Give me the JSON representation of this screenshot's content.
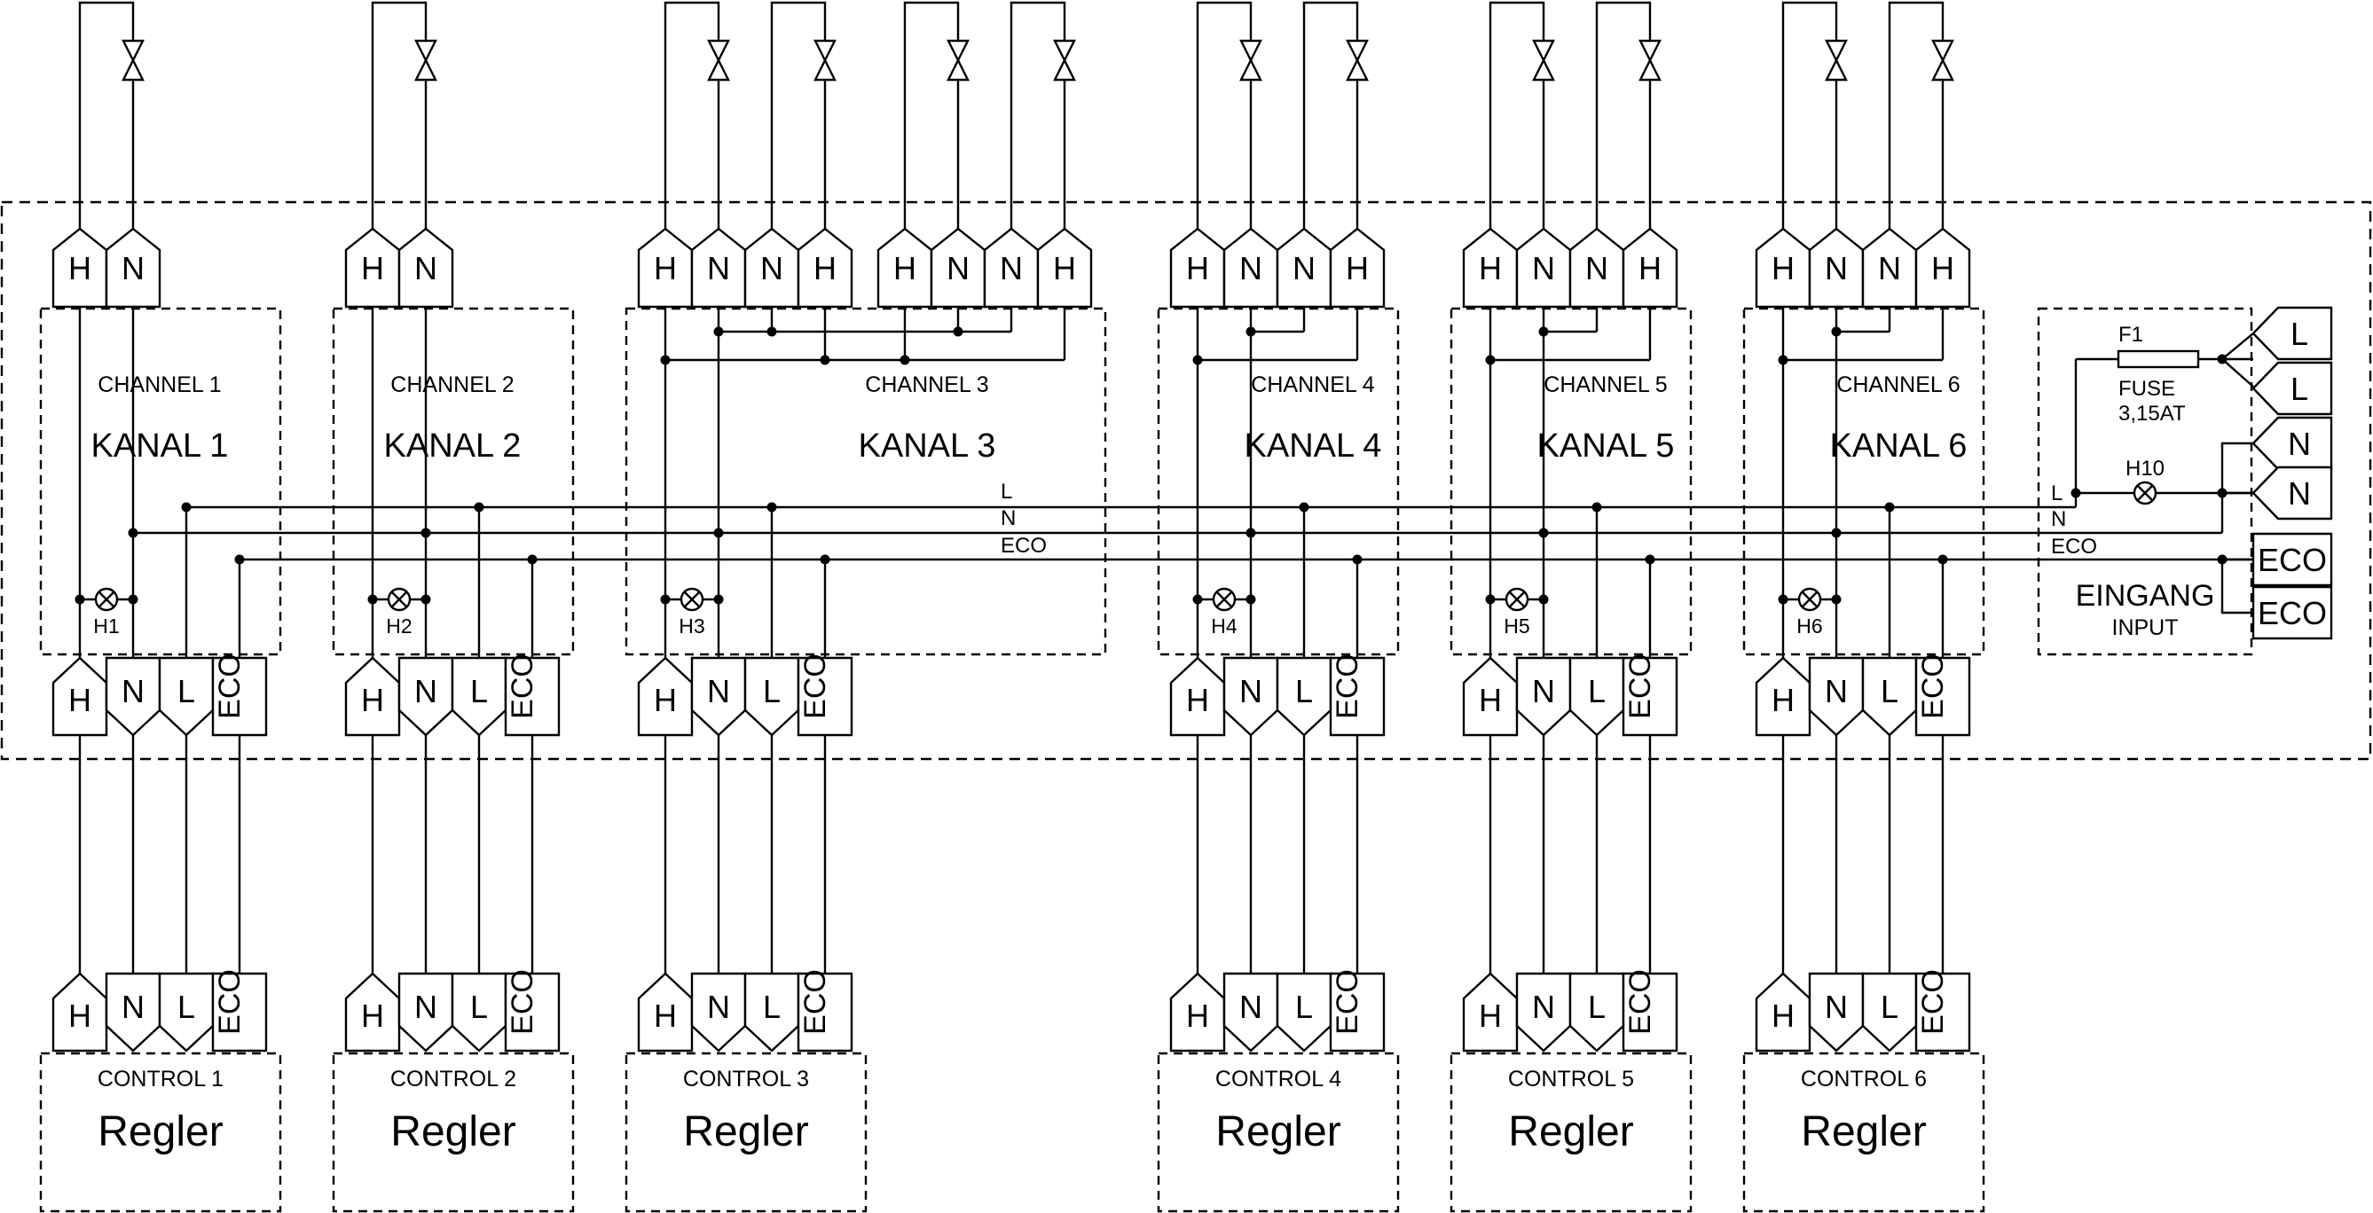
{
  "channels": [
    {
      "channel": "CHANNEL 1",
      "kanal": "KANAL 1",
      "lamp": "H1",
      "control": "CONTROL 1",
      "regler": "Regler"
    },
    {
      "channel": "CHANNEL 2",
      "kanal": "KANAL 2",
      "lamp": "H2",
      "control": "CONTROL 2",
      "regler": "Regler"
    },
    {
      "channel": "CHANNEL 3",
      "kanal": "KANAL 3",
      "lamp": "H3",
      "control": "CONTROL 3",
      "regler": "Regler"
    },
    {
      "channel": "CHANNEL 4",
      "kanal": "KANAL 4",
      "lamp": "H4",
      "control": "CONTROL 4",
      "regler": "Regler"
    },
    {
      "channel": "CHANNEL 5",
      "kanal": "KANAL 5",
      "lamp": "H5",
      "control": "CONTROL 5",
      "regler": "Regler"
    },
    {
      "channel": "CHANNEL 6",
      "kanal": "KANAL 6",
      "lamp": "H6",
      "control": "CONTROL 6",
      "regler": "Regler"
    }
  ],
  "terminals": {
    "valve_pair": [
      "H",
      "N"
    ],
    "valve_quad": [
      "H",
      "N",
      "N",
      "H"
    ],
    "control": [
      "H",
      "N",
      "L",
      "ECO"
    ]
  },
  "bus_labels": {
    "l": "L",
    "n": "N",
    "eco": "ECO"
  },
  "input": {
    "title": "EINGANG",
    "subtitle": "INPUT",
    "fuse_ref": "F1",
    "fuse_name": "FUSE",
    "fuse_rating": "3,15AT",
    "lamp": "H10",
    "terminals": [
      "L",
      "L",
      "N",
      "N",
      "ECO",
      "ECO"
    ]
  }
}
